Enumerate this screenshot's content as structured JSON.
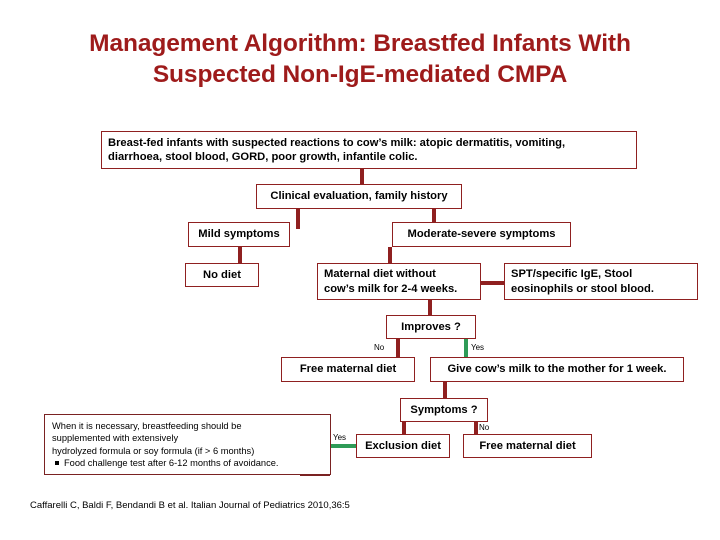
{
  "title": {
    "line1": "Management Algorithm: Breastfed Infants With",
    "line2": "Suspected Non-IgE-mediated CMPA",
    "color": "#9e1b1b"
  },
  "colors": {
    "box_border": "#8f2020",
    "connector_red": "#8f2020",
    "connector_green": "#2e9b57",
    "note_border": "#7a2222"
  },
  "nodes": {
    "presentation": {
      "line1": "Breast-fed infants with suspected reactions to cow’s milk: atopic dermatitis, vomiting,",
      "line2": "diarrhoea, stool blood, GORD, poor growth, infantile colic."
    },
    "clinical_evaluation": "Clinical evaluation, family history",
    "mild_symptoms": "Mild symptoms",
    "moderate_severe_symptoms": "Moderate-severe symptoms",
    "no_diet": "No diet",
    "maternal_diet": {
      "line1": "Maternal diet without",
      "line2": "cow’s milk for 2-4 weeks."
    },
    "spt_tests": {
      "line1": "SPT/specific IgE, Stool",
      "line2": "eosinophils or stool blood."
    },
    "improves_decision": "Improves ?",
    "free_maternal_diet_1": "Free maternal diet",
    "give_cows_milk": "Give cow’s milk to the mother for 1 week.",
    "symptoms_decision": "Symptoms ?",
    "exclusion_diet": "Exclusion diet",
    "free_maternal_diet_2": "Free maternal diet",
    "note": {
      "line1": "When it is necessary, breastfeeding should be",
      "line2": "supplemented with extensively",
      "line3": "hydrolyzed formula or soy formula (if > 6 months)",
      "bullet1": "Food challenge test after 6-12 months of avoidance."
    }
  },
  "edge_labels": {
    "improves_no": "No",
    "improves_yes": "Yes",
    "symptoms_no": "No",
    "symptoms_yes": "Yes"
  },
  "citation": "Caffarelli C, Baldi F, Bendandi B et al. Italian Journal of Pediatrics 2010,36:5"
}
